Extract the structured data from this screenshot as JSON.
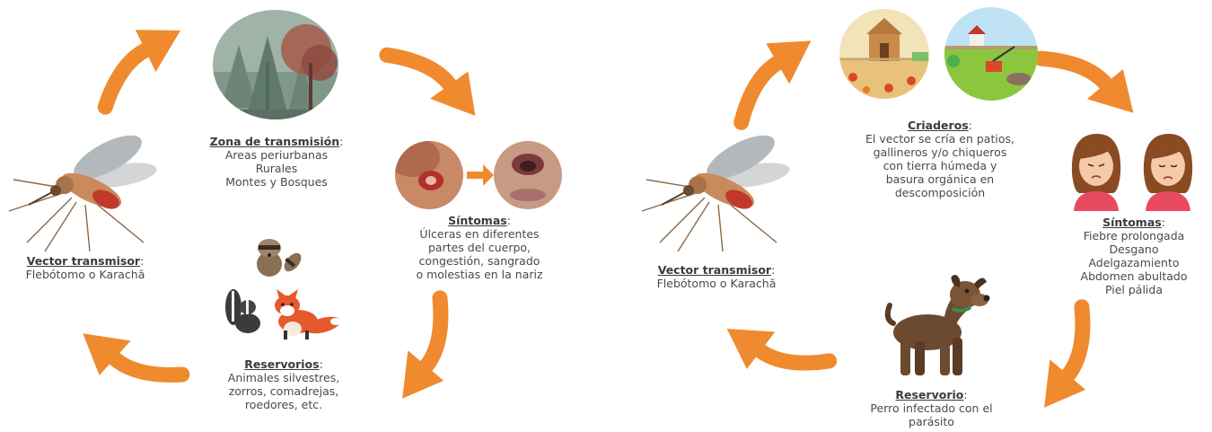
{
  "colors": {
    "arrow": "#F08A2E",
    "text": "#4a4a4a",
    "title": "#3b3b3b"
  },
  "left_cycle": {
    "vector": {
      "title": "Vector transmisor",
      "suffix": ":",
      "lines": [
        "Flebótomo o Karachã"
      ]
    },
    "zone": {
      "title": "Zona de transmisión",
      "suffix": ":",
      "lines": [
        "Areas periurbanas",
        "Rurales",
        "Montes y Bosques"
      ]
    },
    "symptoms": {
      "title": "Síntomas",
      "suffix": ":",
      "lines": [
        "Úlceras en diferentes",
        "partes del cuerpo,",
        "congestión, sangrado",
        "o molestias en la nariz"
      ]
    },
    "reservoirs": {
      "title": "Reservorios",
      "suffix": ":",
      "lines": [
        "Animales silvestres,",
        "zorros, comadrejas,",
        "roedores, etc."
      ]
    }
  },
  "right_cycle": {
    "vector": {
      "title": "Vector transmisor",
      "suffix": ":",
      "lines": [
        "Flebótomo o Karachã"
      ]
    },
    "breeding": {
      "title": "Criaderos",
      "suffix": ":",
      "lines": [
        "El vector se cría en patios,",
        "gallineros y/o chiqueros",
        "con tierra húmeda y",
        "basura orgánica en",
        "descomposición"
      ]
    },
    "symptoms": {
      "title": "Síntomas",
      "suffix": ":",
      "lines": [
        "Fiebre prolongada",
        "Desgano",
        "Adelgazamiento",
        "Abdomen abultado",
        "Piel pálida"
      ]
    },
    "reservoir": {
      "title": "Reservorio",
      "suffix": ":",
      "lines": [
        "Perro infectado con el",
        "parásito"
      ]
    }
  }
}
